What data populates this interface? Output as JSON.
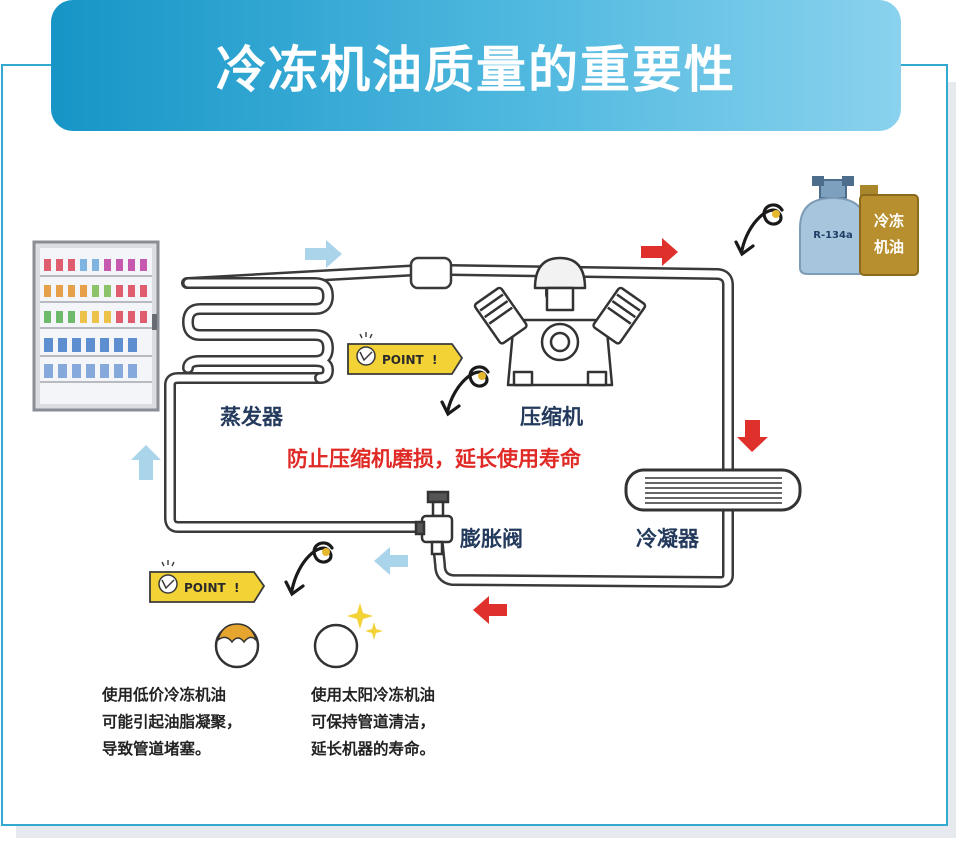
{
  "title": "冷冻机油质量的重要性",
  "labels": {
    "evaporator": "蒸发器",
    "compressor": "压缩机",
    "condenser": "冷凝器",
    "expansion_valve": "膨胀阀",
    "benefit": "防止压缩机磨损，延长使用寿命"
  },
  "badges": {
    "point": "POINT",
    "point_mark": "!"
  },
  "refrigerant": {
    "tank_label": "R-134a",
    "oil_label_line1": "冷冻",
    "oil_label_line2": "机油"
  },
  "notes": {
    "low_quality": [
      "使用低价冷冻机油",
      "可能引起油脂凝聚，",
      "导致管道堵塞。"
    ],
    "high_quality": [
      "使用太阳冷冻机油",
      "可保持管道清洁，",
      "延长机器的寿命。"
    ]
  },
  "colors": {
    "title_gradient_start": "#1695c6",
    "title_gradient_end": "#8ad2ee",
    "frame_border": "#34a9cf",
    "arrow_blue": "#a9d4ea",
    "arrow_red": "#e0302b",
    "label_text": "#233a5c",
    "highlight_text": "#e02a26",
    "badge_yellow": "#f2d235"
  }
}
